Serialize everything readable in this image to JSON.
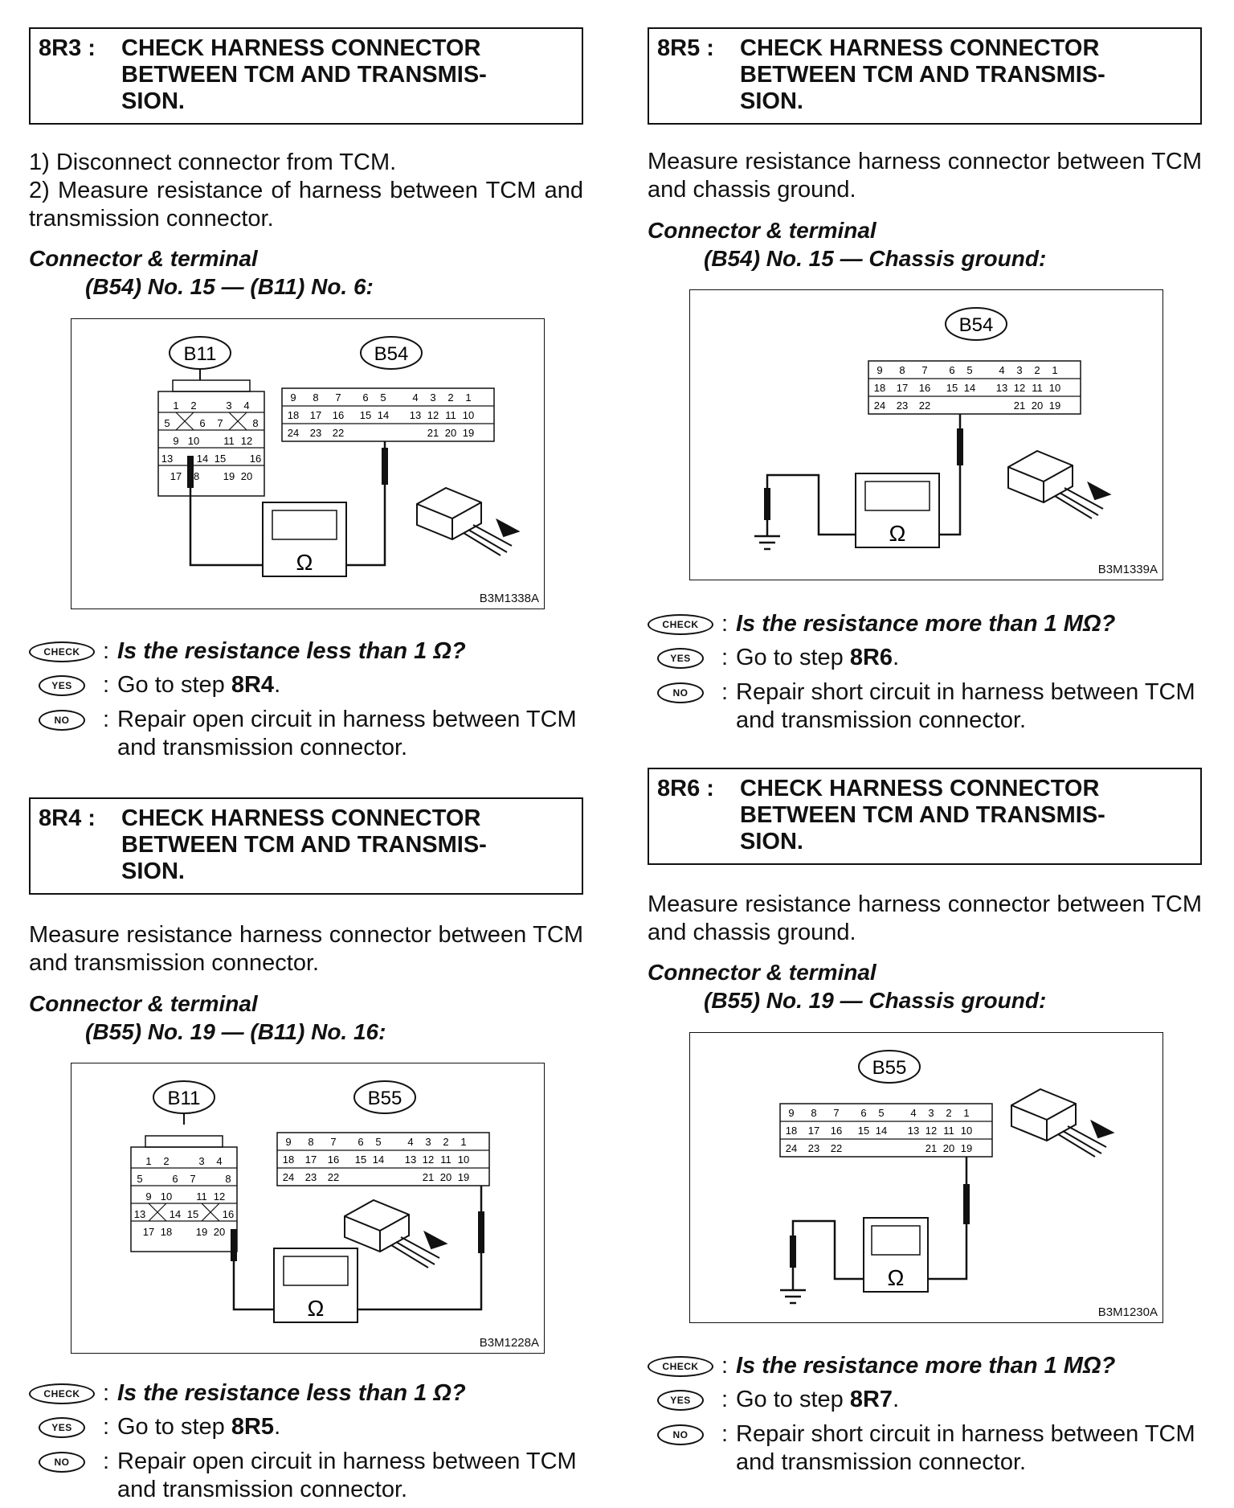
{
  "steps": {
    "8R3": {
      "num": "8R3 :",
      "title": "CHECK HARNESS CONNECTOR BETWEEN TCM AND TRANSMIS-SION.",
      "text1": "1) Disconnect connector from TCM.",
      "text2": "2) Measure resistance of harness between TCM and transmission connector.",
      "ct_heading": "Connector & terminal",
      "ct_value": "(B54) No. 15 — (B11) No. 6:",
      "figure_code": "B3M1338A",
      "conn_a": "B11",
      "conn_b": "B54",
      "check_q": "Is the resistance less than 1 Ω?",
      "yes_pre": "Go to step ",
      "yes_step": "8R4",
      "yes_post": ".",
      "no_text": "Repair open circuit in harness between TCM and transmission connector."
    },
    "8R4": {
      "num": "8R4 :",
      "title": "CHECK HARNESS CONNECTOR BETWEEN TCM AND TRANSMIS-SION.",
      "text1": "Measure resistance harness connector between TCM and transmission connector.",
      "ct_heading": "Connector & terminal",
      "ct_value": "(B55) No. 19 — (B11) No. 16:",
      "figure_code": "B3M1228A",
      "conn_a": "B11",
      "conn_b": "B55",
      "check_q": "Is the resistance less than 1 Ω?",
      "yes_pre": "Go to step ",
      "yes_step": "8R5",
      "yes_post": ".",
      "no_text": "Repair open circuit in harness between TCM and transmission connector."
    },
    "8R5": {
      "num": "8R5 :",
      "title": "CHECK HARNESS CONNECTOR BETWEEN TCM AND TRANSMIS-SION.",
      "text1": "Measure resistance harness connector between TCM and chassis ground.",
      "ct_heading": "Connector & terminal",
      "ct_value": "(B54) No. 15 — Chassis ground:",
      "figure_code": "B3M1339A",
      "conn_b": "B54",
      "check_q": "Is the resistance more than 1 MΩ?",
      "yes_pre": "Go to step ",
      "yes_step": "8R6",
      "yes_post": ".",
      "no_text": "Repair short circuit in harness between TCM and transmission connector."
    },
    "8R6": {
      "num": "8R6 :",
      "title": "CHECK HARNESS CONNECTOR BETWEEN TCM AND TRANSMIS-SION.",
      "text1": "Measure resistance harness connector between TCM and chassis ground.",
      "ct_heading": "Connector & terminal",
      "ct_value": "(B55) No. 19 — Chassis ground:",
      "figure_code": "B3M1230A",
      "conn_b": "B55",
      "check_q": "Is the resistance more than 1 MΩ?",
      "yes_pre": "Go to step ",
      "yes_step": "8R7",
      "yes_post": ".",
      "no_text": "Repair short circuit in harness between TCM and transmission connector."
    }
  },
  "badges": {
    "check": "CHECK",
    "yes": "YES",
    "no": "NO"
  },
  "ohm_symbol": "Ω",
  "tcm_pins": {
    "row1": [
      "9",
      "8",
      "7",
      "6",
      "5",
      "4",
      "3",
      "2",
      "1"
    ],
    "row2": [
      "18",
      "17",
      "16",
      "15",
      "14",
      "13",
      "12",
      "11",
      "10"
    ],
    "row3": [
      "24",
      "23",
      "22",
      "21",
      "20",
      "19"
    ]
  },
  "b11_pins": {
    "row1": [
      "1",
      "2",
      "3",
      "4"
    ],
    "row2": [
      "5",
      "6",
      "7",
      "8"
    ],
    "row3": [
      "9",
      "10",
      "11",
      "12"
    ],
    "row4": [
      "13",
      "14",
      "15",
      "16"
    ],
    "row5": [
      "17",
      "18",
      "19",
      "20"
    ]
  }
}
